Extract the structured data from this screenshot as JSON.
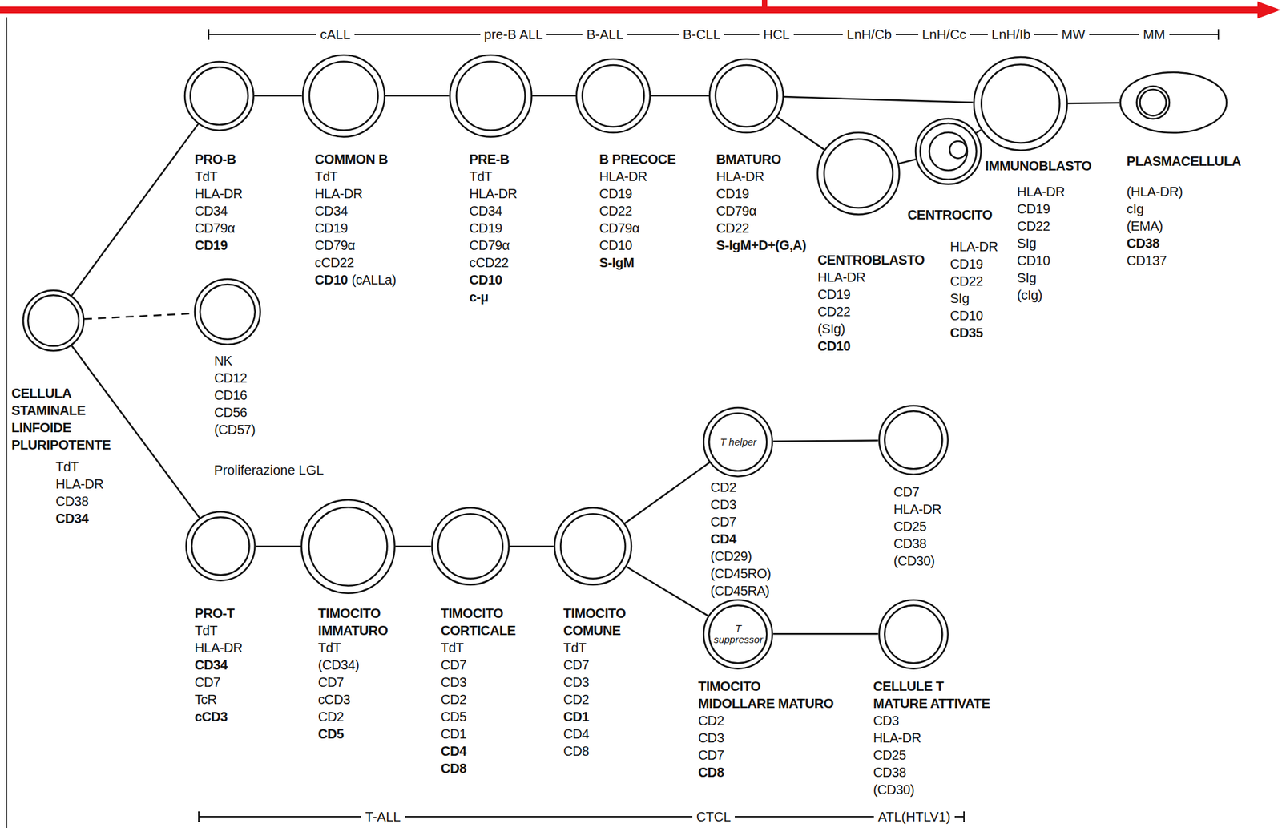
{
  "diagram": {
    "nodes": [
      {
        "text": [
          "CELLULA STAMINALE LINFOIDE PLURIPOTENTE",
          "TdT",
          "HLA-DR",
          "CD38",
          "CD34"
        ]
      },
      {
        "text": [
          "PRO-B",
          "TdT",
          "HLA-DR",
          "CD34",
          "CD79α",
          "CD19"
        ]
      },
      {
        "text": [
          "COMMON B",
          "TdT",
          "HLA-DR",
          "CD34",
          "CD19",
          "CD79α",
          "cCD22",
          "CD10",
          "(cALLa)"
        ]
      },
      {
        "text": [
          "PRE-B",
          "TdT",
          "HLA-DR",
          "CD34",
          "CD19",
          "CD79α",
          "cCD22",
          "CD10",
          "c-μ"
        ]
      },
      {
        "text": [
          "B PRECOCE",
          "HLA-DR",
          "CD19",
          "CD22",
          "CD79α",
          "CD10",
          "S-IgM"
        ]
      },
      {
        "text": [
          "BMATURO",
          "HLA-DR",
          "CD19",
          "CD79α",
          "CD22",
          "S-IgM+D+(G,A)"
        ]
      },
      {
        "text": [
          "CENTROBLASTO",
          "HLA-DR",
          "CD19",
          "CD22",
          "(SIg)",
          "CD10"
        ]
      },
      {
        "text": [
          "CENTROCITO",
          "HLA-DR",
          "CD19",
          "CD22",
          "SIg",
          "CD10",
          "CD35"
        ]
      },
      {
        "text": [
          "IMMUNOBLASTO",
          "HLA-DR",
          "CD19",
          "CD22",
          "SIg",
          "CD10",
          "SIg",
          "(cIg)"
        ]
      },
      {
        "text": [
          "PLASMACELLULA",
          "(HLA-DR)",
          "cIg",
          "(EMA)",
          "CD38",
          "CD137"
        ]
      },
      {
        "text": [
          "NK",
          "CD12",
          "CD16",
          "CD56",
          "(CD57)"
        ]
      },
      {
        "text": [
          "PRO-T",
          "TdT",
          "HLA-DR",
          "CD34",
          "CD7",
          "TcR",
          "cCD3"
        ]
      },
      {
        "text": [
          "TIMOCITO IMMATURO",
          "TdT",
          "(CD34)",
          "CD7",
          "cCD3",
          "CD2",
          "CD5"
        ]
      },
      {
        "text": [
          "TIMOCITO CORTICALE",
          "TdT",
          "CD7",
          "CD3",
          "CD2",
          "CD5",
          "CD1",
          "CD4",
          "CD8"
        ]
      },
      {
        "text": [
          "TIMOCITO COMUNE",
          "TdT",
          "CD7",
          "CD3",
          "CD2",
          "CD1",
          "CD4",
          "CD8"
        ]
      },
      {
        "text": [
          "T helper",
          "CD2",
          "CD3",
          "CD7",
          "CD4",
          "(CD29)",
          "(CD45RO)",
          "(CD45RA)"
        ]
      },
      {
        "text": [
          "CD7",
          "HLA-DR",
          "CD25",
          "CD38",
          "(CD30)"
        ]
      },
      {
        "text": [
          "T suppressor",
          "TIMOCITO MIDOLLARE MATURO",
          "CD2",
          "CD3",
          "CD7",
          "CD8"
        ]
      },
      {
        "text": [
          "CELLULE T MATURE ATTIVATE",
          "CD3",
          "HLA-DR",
          "CD25",
          "CD38",
          "(CD30)"
        ]
      }
    ],
    "edges": [
      {
        "from": 0,
        "to": 1,
        "arrow": "none"
      },
      {
        "from": 0,
        "to": 10,
        "arrow": "none"
      },
      {
        "from": 0,
        "to": 11,
        "arrow": "none"
      },
      {
        "from": 1,
        "to": 2,
        "arrow": "none"
      },
      {
        "from": 2,
        "to": 3,
        "arrow": "none"
      },
      {
        "from": 3,
        "to": 4,
        "arrow": "none"
      },
      {
        "from": 4,
        "to": 5,
        "arrow": "none"
      },
      {
        "from": 5,
        "to": 8,
        "arrow": "none"
      },
      {
        "from": 5,
        "to": 6,
        "arrow": "none"
      },
      {
        "from": 6,
        "to": 7,
        "arrow": "none"
      },
      {
        "from": 7,
        "to": 8,
        "arrow": "none"
      },
      {
        "from": 8,
        "to": 9,
        "arrow": "none"
      },
      {
        "from": 11,
        "to": 12,
        "arrow": "none"
      },
      {
        "from": 12,
        "to": 13,
        "arrow": "none"
      },
      {
        "from": 13,
        "to": 14,
        "arrow": "none"
      },
      {
        "from": 14,
        "to": 15,
        "arrow": "none"
      },
      {
        "from": 14,
        "to": 17,
        "arrow": "none"
      },
      {
        "from": 15,
        "to": 16,
        "arrow": "none"
      },
      {
        "from": 17,
        "to": 18,
        "arrow": "none"
      }
    ],
    "labels": [
      "cALL",
      "pre-B ALL",
      "B-ALL",
      "B-CLL",
      "HCL",
      "LnH/Cb",
      "LnH/Cc",
      "LnH/Ib",
      "MW",
      "MM",
      "Proliferazione LGL",
      "T-ALL",
      "CTCL",
      "ATL(HTLV1)"
    ]
  }
}
